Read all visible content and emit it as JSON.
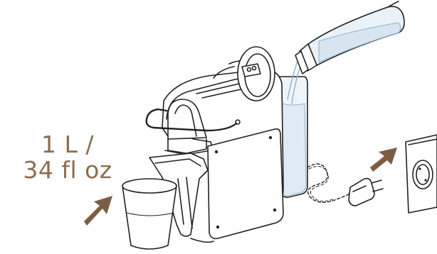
{
  "labels": {
    "volume_line1": "1 L /",
    "volume_line2": "34 fl oz"
  },
  "colors": {
    "line": "#222222",
    "water": "#dfeaf4",
    "water_stroke": "#8fb0c9",
    "arrow": "#7b5d43",
    "label": "#8a6e53",
    "background": "#ffffff"
  },
  "icons": [
    "espresso-machine-illustration",
    "water-bottle-icon",
    "cup-icon",
    "power-plug-icon",
    "wall-socket-icon",
    "arrow-icon"
  ]
}
